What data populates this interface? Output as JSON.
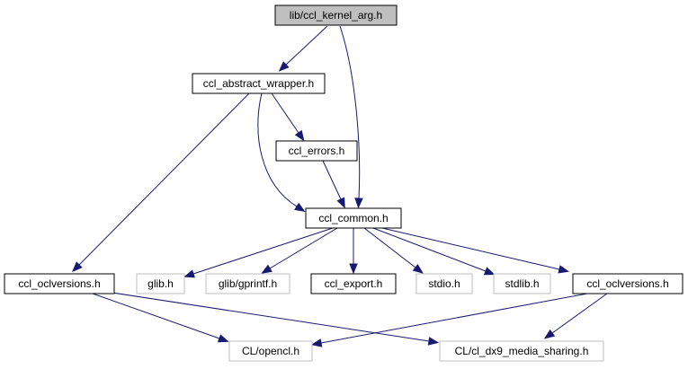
{
  "diagram": {
    "type": "include-dependency-graph",
    "colors": {
      "edge": "#191970",
      "root_fill": "#bfbfbf",
      "external_border": "#bfbfbf",
      "local_border": "#000000"
    },
    "nodes": [
      {
        "id": "kernel_arg",
        "label": "lib/ccl_kernel_arg.h",
        "kind": "root"
      },
      {
        "id": "abstract_wrapper",
        "label": "ccl_abstract_wrapper.h",
        "kind": "local"
      },
      {
        "id": "errors",
        "label": "ccl_errors.h",
        "kind": "local"
      },
      {
        "id": "common",
        "label": "ccl_common.h",
        "kind": "local"
      },
      {
        "id": "oclversions_left",
        "label": "ccl_oclversions.h",
        "kind": "local"
      },
      {
        "id": "glib",
        "label": "glib.h",
        "kind": "external"
      },
      {
        "id": "gprintf",
        "label": "glib/gprintf.h",
        "kind": "external"
      },
      {
        "id": "export",
        "label": "ccl_export.h",
        "kind": "local"
      },
      {
        "id": "stdio",
        "label": "stdio.h",
        "kind": "external"
      },
      {
        "id": "stdlib",
        "label": "stdlib.h",
        "kind": "external"
      },
      {
        "id": "oclversions_right",
        "label": "ccl_oclversions.h",
        "kind": "local"
      },
      {
        "id": "opencl",
        "label": "CL/opencl.h",
        "kind": "external"
      },
      {
        "id": "dx9",
        "label": "CL/cl_dx9_media_sharing.h",
        "kind": "external"
      }
    ],
    "edges": [
      {
        "from": "kernel_arg",
        "to": "abstract_wrapper"
      },
      {
        "from": "kernel_arg",
        "to": "common"
      },
      {
        "from": "abstract_wrapper",
        "to": "errors"
      },
      {
        "from": "abstract_wrapper",
        "to": "common"
      },
      {
        "from": "abstract_wrapper",
        "to": "oclversions_left"
      },
      {
        "from": "errors",
        "to": "common"
      },
      {
        "from": "common",
        "to": "glib"
      },
      {
        "from": "common",
        "to": "gprintf"
      },
      {
        "from": "common",
        "to": "export"
      },
      {
        "from": "common",
        "to": "stdio"
      },
      {
        "from": "common",
        "to": "stdlib"
      },
      {
        "from": "common",
        "to": "oclversions_right"
      },
      {
        "from": "oclversions_left",
        "to": "opencl"
      },
      {
        "from": "oclversions_left",
        "to": "dx9"
      },
      {
        "from": "oclversions_right",
        "to": "opencl"
      },
      {
        "from": "oclversions_right",
        "to": "dx9"
      }
    ]
  }
}
